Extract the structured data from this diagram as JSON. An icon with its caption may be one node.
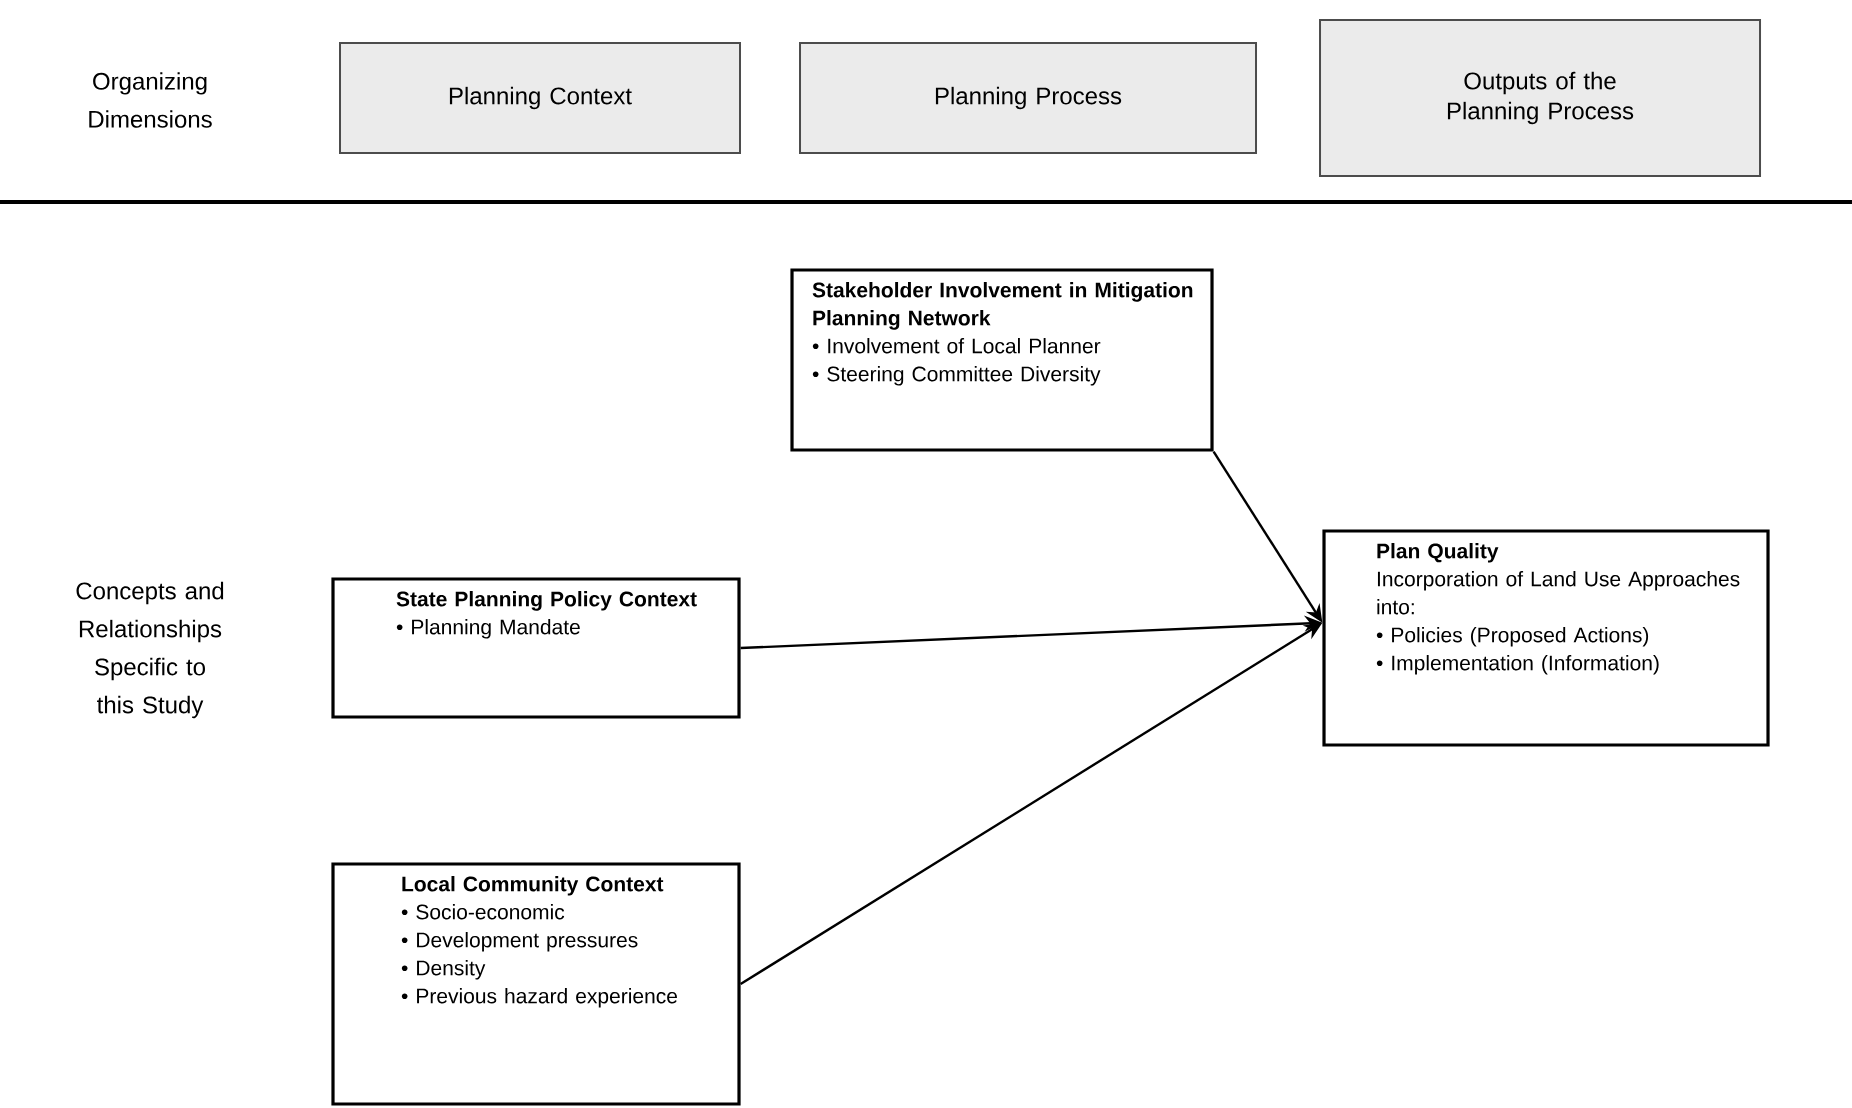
{
  "diagram": {
    "nodes": [
      {
        "text": [
          "Planning Context"
        ]
      },
      {
        "text": [
          "Planning Process"
        ]
      },
      {
        "text": [
          "Outputs of the Planning Process"
        ]
      },
      {
        "text": [
          "Stakeholder Involvement in Mitigation Planning Network",
          "• Involvement of Local Planner",
          "• Steering Committee Diversity"
        ]
      },
      {
        "text": [
          "State Planning Policy Context",
          "• Planning Mandate"
        ]
      },
      {
        "text": [
          "Local Community Context",
          "• Socio-economic",
          "• Development pressures",
          "• Density",
          "• Previous hazard experience"
        ]
      },
      {
        "text": [
          "Plan Quality",
          "Incorporation of Land Use Approaches into:",
          "• Policies (Proposed Actions)",
          "• Implementation (Information)"
        ]
      }
    ],
    "edges": [
      {
        "from": 3,
        "to": 6,
        "arrow": "to"
      },
      {
        "from": 4,
        "to": 6,
        "arrow": "to"
      },
      {
        "from": 5,
        "to": 6,
        "arrow": "to"
      }
    ],
    "labels": [
      "Organizing Dimensions",
      "Concepts and Relationships Specific to this Study"
    ]
  }
}
